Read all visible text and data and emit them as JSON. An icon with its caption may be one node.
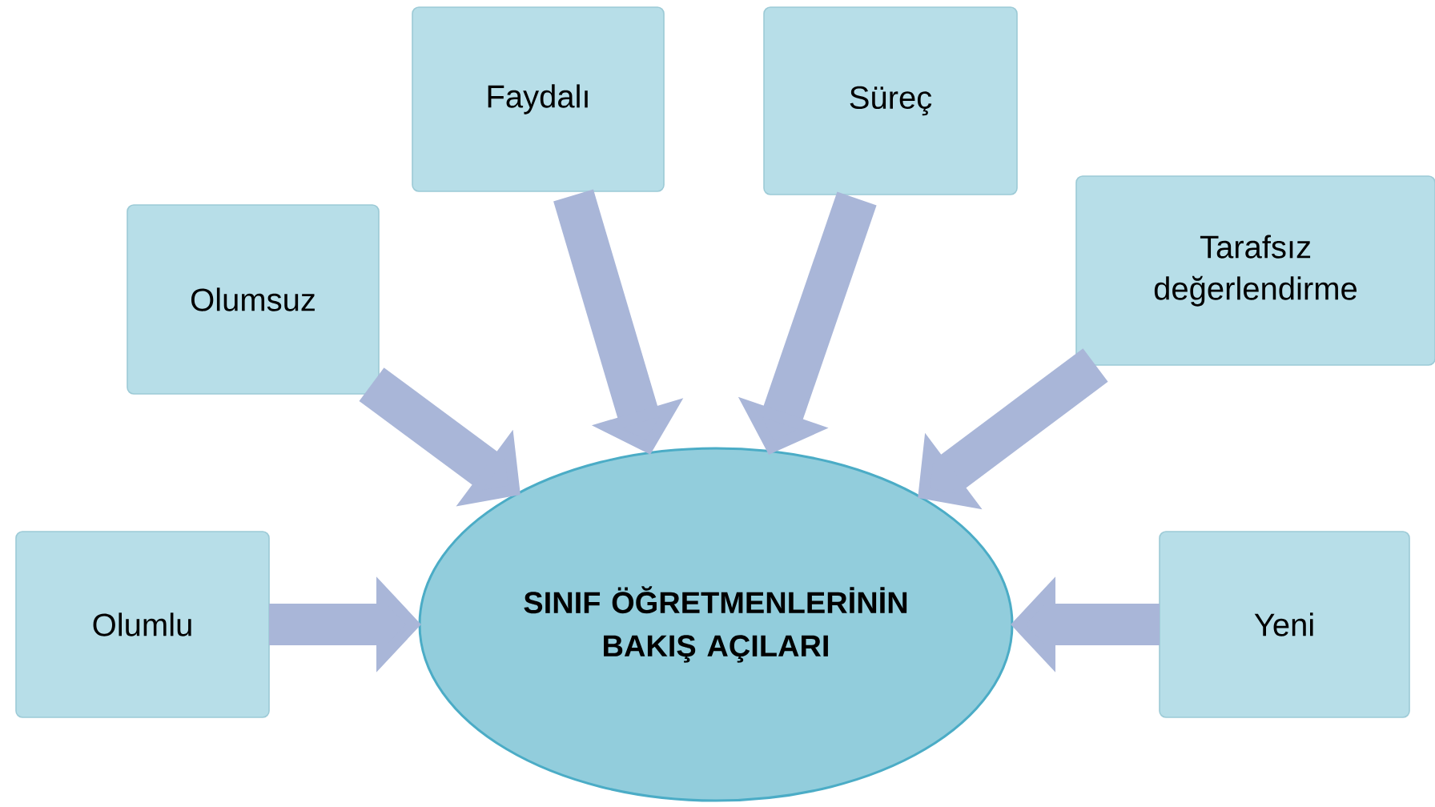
{
  "diagram": {
    "nodes": [
      {
        "text": [
          "Faydalı"
        ]
      },
      {
        "text": [
          "Süreç"
        ]
      },
      {
        "text": [
          "Olumsuz"
        ]
      },
      {
        "text": [
          "Tarafsız değerlendirme"
        ]
      },
      {
        "text": [
          "Olumlu"
        ]
      },
      {
        "text": [
          "SINIF ÖĞRETMENLERİNİN BAKIŞ AÇILARI"
        ]
      },
      {
        "text": [
          "Yeni"
        ]
      }
    ],
    "edges": [
      {
        "from": 0,
        "to": 5,
        "arrow": "to"
      },
      {
        "from": 1,
        "to": 5,
        "arrow": "to"
      },
      {
        "from": 2,
        "to": 5,
        "arrow": "to"
      },
      {
        "from": 3,
        "to": 5,
        "arrow": "to"
      },
      {
        "from": 4,
        "to": 5,
        "arrow": "to"
      },
      {
        "from": 6,
        "to": 5,
        "arrow": "to"
      }
    ]
  }
}
